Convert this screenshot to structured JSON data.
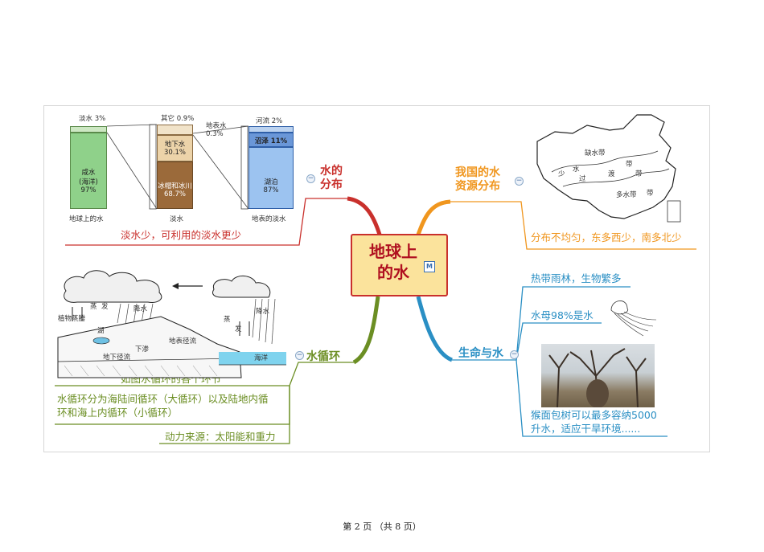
{
  "center": {
    "title_line1": "地球上",
    "title_line2": "的水",
    "badge": "M"
  },
  "branches": {
    "distribution": {
      "label_line1": "水的",
      "label_line2": "分布",
      "color": "#c9302c",
      "note": "淡水少，可利用的淡水更少",
      "chart": {
        "bar1": {
          "top": "淡水 3%",
          "main": "咸水",
          "main2": "(海洋)",
          "main3": "97%",
          "bottom": "地球上的水"
        },
        "bar2": {
          "top": "其它 0.9%",
          "seg1": "地下水",
          "seg1b": "30.1%",
          "seg2": "冰帽和冰川",
          "seg2b": "68.7%",
          "side": "地表水",
          "side2": "0.3%",
          "bottom": "淡水"
        },
        "bar3": {
          "top": "河流 2%",
          "seg1": "沼泽 11%",
          "seg2": "湖泊",
          "seg2b": "87%",
          "bottom": "地表的淡水"
        }
      }
    },
    "china": {
      "label_line1": "我国的水",
      "label_line2": "资源分布",
      "color": "#f0961e",
      "note": "分布不均匀，东多西少，南多北少",
      "map_labels": [
        "缺水带",
        "少",
        "水",
        "过",
        "渡",
        "带",
        "带",
        "多水带",
        "带"
      ]
    },
    "cycle": {
      "label": "水循环",
      "color": "#6b8e23",
      "notes": [
        "如图水循环的各个环节",
        "水循环分为海陆间循环（大循环）以及陆地内循",
        "环和海上内循环（小循环）",
        "动力来源：太阳能和重力"
      ],
      "diagram_labels": [
        "蒸",
        "发",
        "降水",
        "植物蒸腾",
        "湖",
        "蒸",
        "发",
        "降水",
        "地表径流",
        "下渗",
        "地下径流",
        "海洋"
      ]
    },
    "life": {
      "label": "生命与水",
      "color": "#2a8fc4",
      "notes": [
        "热带雨林，生物繁多",
        "水母98%是水",
        "猴面包树可以最多容纳5000",
        "升水，适应干旱环境......"
      ]
    }
  },
  "footer": "第 2 页 （共 8 页）"
}
